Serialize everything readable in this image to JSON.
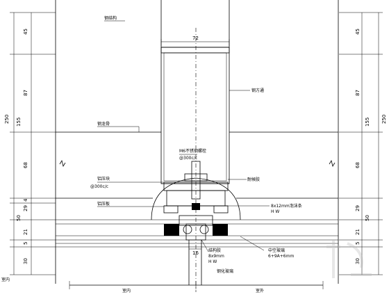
{
  "dimensions": {
    "left_overall": "250",
    "left_segments": [
      "45",
      "87",
      "155",
      "68",
      "4",
      "29",
      "50",
      "21",
      "5",
      "30"
    ],
    "right_overall": "250",
    "right_segments": [
      "45",
      "87",
      "155",
      "68",
      "29",
      "50",
      "21",
      "5",
      "30"
    ],
    "top_width": "72",
    "bottom_gap": "16"
  },
  "labels": {
    "ceiling_top": "钢结构",
    "steel_tube": "钢方通",
    "left_beam": "钢龙骨",
    "bolt": "M6不锈钢螺栓",
    "bolt_spacing": "@300c/c",
    "left_clip": "铝压块",
    "left_clip_spacing": "@300c/c",
    "left_cover": "铝压板",
    "right_sealant": "耐候胶",
    "right_block": "8x12mm泡沫条",
    "right_block_hw": "H W",
    "bottom_left_1": "结构胶",
    "bottom_left_2": "8x9mm",
    "bottom_left_hw": "H W",
    "bottom_right_1": "中空玻璃",
    "bottom_right_2": "6+9A+6mm",
    "bottom_center": "钢化玻璃",
    "corner_left": "室内",
    "base_left": "室内",
    "base_right": "室外"
  }
}
